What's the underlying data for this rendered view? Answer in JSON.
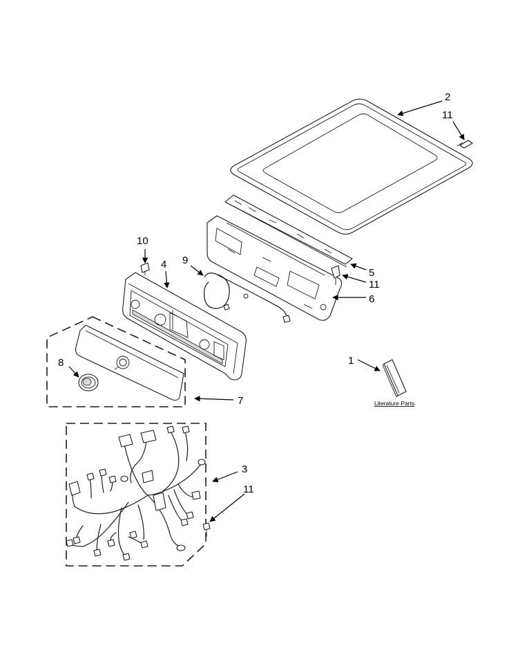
{
  "callouts": {
    "top_panel": "2",
    "top_screw": "11",
    "bracket": "5",
    "bracket_screw": "11",
    "rear_panel": "6",
    "console": "4",
    "console_screw": "10",
    "harness_small": "9",
    "knob": "8",
    "trim": "7",
    "literature": "1",
    "main_harness": "3",
    "harness_screw": "11"
  },
  "literature_label": "Literature Parts"
}
